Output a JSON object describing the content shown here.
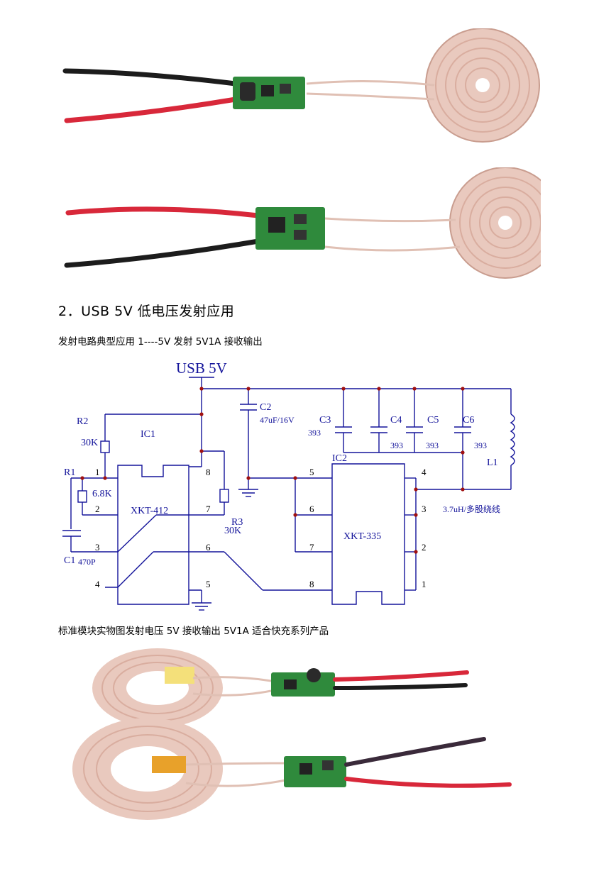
{
  "section": {
    "heading": "2．USB 5V 低电压发射应用",
    "subheading": "发射电路典型应用 1----5V 发射 5V1A 接收输出",
    "caption": "标准模块实物图发射电压 5V  接收输出 5V1A 适合快充系列产品"
  },
  "schematic": {
    "supply_label": "USB 5V",
    "ic1": {
      "label": "IC1",
      "chip": "XKT-412",
      "pins": [
        "1",
        "2",
        "3",
        "4",
        "5",
        "6",
        "7",
        "8"
      ]
    },
    "ic2": {
      "label": "IC2",
      "chip": "XKT-335",
      "pins": [
        "1",
        "2",
        "3",
        "4",
        "5",
        "6",
        "7",
        "8"
      ]
    },
    "components": {
      "r1": "R1",
      "r1_value": "6.8K",
      "r2": "R2",
      "r2_value": "30K",
      "r3": "R3",
      "r3_value": "30K",
      "c1": "C1",
      "c1_value": "470P",
      "c2": "C2",
      "c2_value": "47uF/16V",
      "c3": "C3",
      "c3_value": "393",
      "c4": "C4",
      "c4_value": "393",
      "c5": "C5",
      "c5_value": "393",
      "c6": "C6",
      "c6_value": "393",
      "l1": "L1",
      "l1_value": "3.7uH/多股绕线"
    },
    "colors": {
      "wire": "#13139a",
      "junction": "#a01010"
    }
  }
}
